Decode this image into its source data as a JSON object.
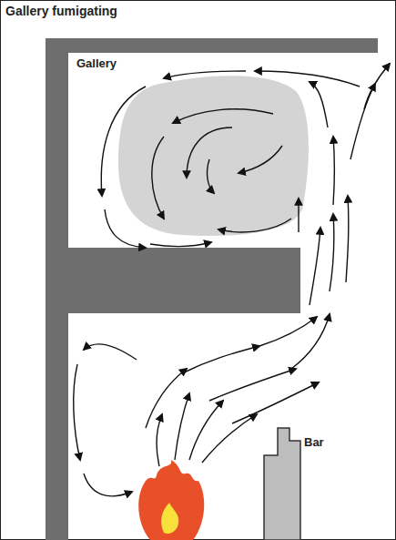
{
  "diagram": {
    "title": "Gallery fumigating",
    "labels": [
      "Gallery",
      "Bar"
    ]
  }
}
